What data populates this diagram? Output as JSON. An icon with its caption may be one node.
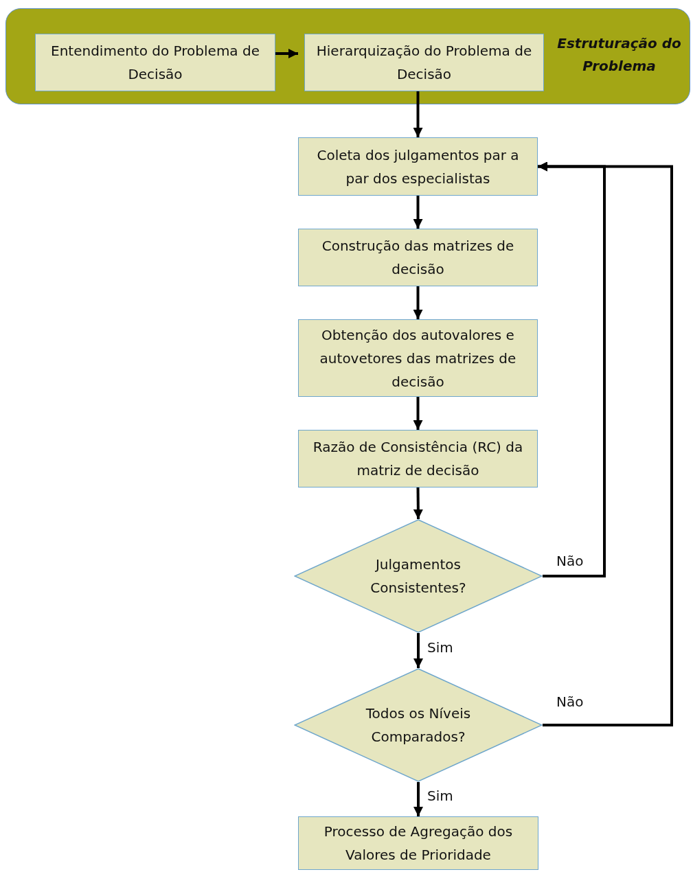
{
  "diagram": {
    "nodes": [
      {
        "text": [
          "Estruturação do Problema"
        ]
      },
      {
        "text": [
          "Entendimento do Problema de Decisão"
        ],
        "in": 0
      },
      {
        "text": [
          "Hierarquização do Problema de Decisão"
        ],
        "in": 0
      },
      {
        "text": [
          "Coleta dos julgamentos par a par dos especialistas"
        ]
      },
      {
        "text": [
          "Construção das matrizes de decisão"
        ]
      },
      {
        "text": [
          "Obtenção dos autovalores e autovetores das matrizes de decisão"
        ]
      },
      {
        "text": [
          "Razão de Consistência (RC) da matriz de decisão"
        ]
      },
      {
        "text": [
          "Julgamentos Consistentes?"
        ]
      },
      {
        "text": [
          "Todos os Níveis Comparados?"
        ]
      },
      {
        "text": [
          "Processo de Agregação dos Valores de Prioridade"
        ]
      }
    ],
    "edges": [
      {
        "from": 1,
        "to": 2,
        "arrow": "to"
      },
      {
        "from": 2,
        "to": 3,
        "arrow": "to"
      },
      {
        "from": 3,
        "to": 4,
        "arrow": "to"
      },
      {
        "from": 4,
        "to": 5,
        "arrow": "to"
      },
      {
        "from": 5,
        "to": 6,
        "arrow": "to"
      },
      {
        "from": 6,
        "to": 7,
        "arrow": "to"
      },
      {
        "from": 7,
        "to": 3,
        "arrow": "to",
        "label": "Não"
      },
      {
        "from": 7,
        "to": 8,
        "arrow": "to",
        "label": "Sim"
      },
      {
        "from": 8,
        "to": 3,
        "arrow": "to",
        "label": "Não"
      },
      {
        "from": 8,
        "to": 9,
        "arrow": "to",
        "label": "Sim"
      }
    ]
  }
}
